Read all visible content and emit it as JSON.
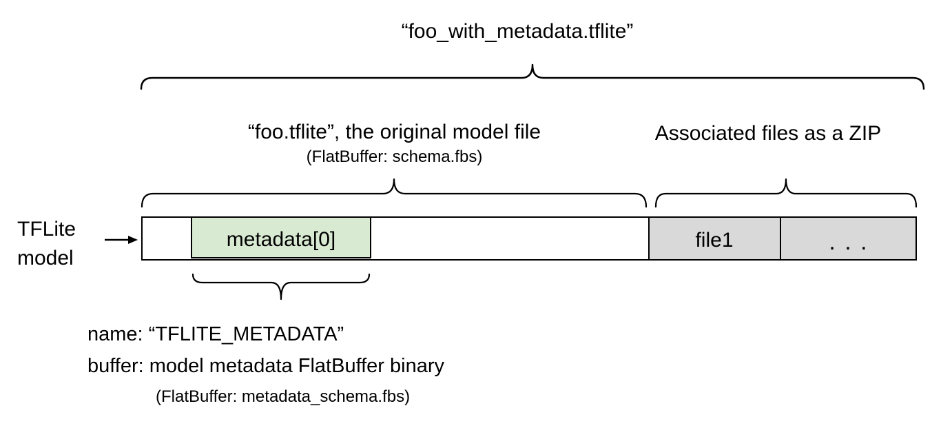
{
  "diagram": {
    "title": "“foo_with_metadata.tflite”",
    "left_section": {
      "label": "“foo.tflite”, the original model file",
      "sublabel": "(FlatBuffer: schema.fbs)"
    },
    "right_section": {
      "label": "Associated files as a ZIP"
    },
    "model_pointer": {
      "line1": "TFLite",
      "line2": "model"
    },
    "bar": {
      "metadata_cell": "metadata[0]",
      "file1_cell": "file1",
      "more_cell": ". . ."
    },
    "annotation": {
      "line1": "name: “TFLITE_METADATA”",
      "line2": "buffer: model metadata FlatBuffer binary",
      "line3": "(FlatBuffer: metadata_schema.fbs)"
    },
    "colors": {
      "metadata_fill": "#d9ead3",
      "file_fill": "#d9d9d9",
      "stroke": "#000000",
      "background": "#ffffff"
    }
  }
}
